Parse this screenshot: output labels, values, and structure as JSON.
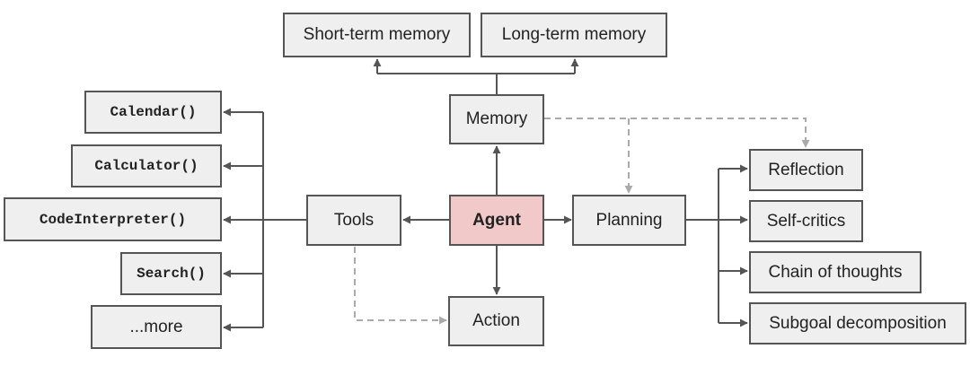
{
  "nodes": {
    "short_term_memory": "Short-term memory",
    "long_term_memory": "Long-term memory",
    "memory": "Memory",
    "agent": "Agent",
    "tools": "Tools",
    "planning": "Planning",
    "action": "Action",
    "calendar": "Calendar()",
    "calculator": "Calculator()",
    "code_interpreter": "CodeInterpreter()",
    "search": "Search()",
    "more": "...more",
    "reflection": "Reflection",
    "self_critics": "Self-critics",
    "chain_of_thoughts": "Chain of thoughts",
    "subgoal_decomposition": "Subgoal decomposition"
  },
  "colors": {
    "agent_fill": "#f2c9c9",
    "box_fill": "#efefef",
    "border": "#555555",
    "edge": "#555555",
    "dashed_edge": "#aaaaaa"
  }
}
